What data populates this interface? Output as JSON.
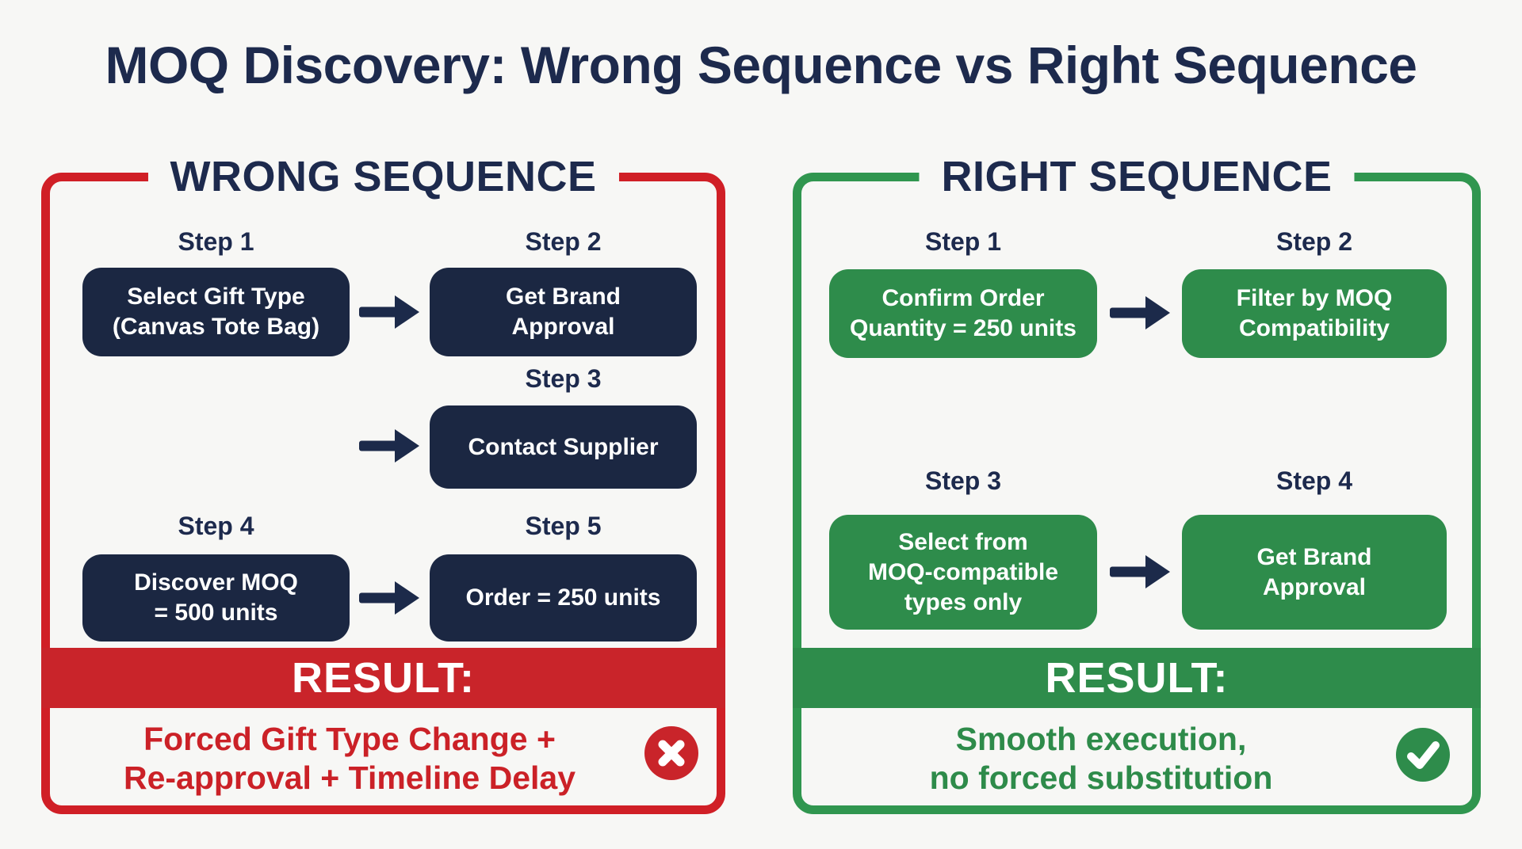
{
  "title": "MOQ Discovery: Wrong Sequence vs Right Sequence",
  "colors": {
    "background": "#f7f7f5",
    "navy": "#1c2a4a",
    "red": "#cb2127",
    "green": "#2e8c4b"
  },
  "wrong": {
    "header": "WRONG SEQUENCE",
    "steps": [
      {
        "label": "Step 1",
        "lines": [
          "Select Gift Type",
          "(Canvas Tote Bag)"
        ]
      },
      {
        "label": "Step 2",
        "lines": [
          "Get Brand",
          "Approval"
        ]
      },
      {
        "label": "Step 3",
        "lines": [
          "Contact Supplier"
        ]
      },
      {
        "label": "Step 4",
        "lines": [
          "Discover MOQ",
          "= 500 units"
        ]
      },
      {
        "label": "Step 5",
        "lines": [
          "Order = 250 units"
        ]
      }
    ],
    "result_label": "RESULT:",
    "result_lines": [
      "Forced Gift Type Change +",
      "Re-approval + Timeline Delay"
    ],
    "result_icon": "x-circle"
  },
  "right": {
    "header": "RIGHT SEQUENCE",
    "steps": [
      {
        "label": "Step 1",
        "lines": [
          "Confirm Order",
          "Quantity = 250 units"
        ]
      },
      {
        "label": "Step 2",
        "lines": [
          "Filter by MOQ",
          "Compatibility"
        ]
      },
      {
        "label": "Step 3",
        "lines": [
          "Select from",
          "MOQ-compatible",
          "types only"
        ]
      },
      {
        "label": "Step 4",
        "lines": [
          "Get Brand",
          "Approval"
        ]
      }
    ],
    "result_label": "RESULT:",
    "result_lines": [
      "Smooth execution,",
      "no forced substitution"
    ],
    "result_icon": "check-circle"
  }
}
